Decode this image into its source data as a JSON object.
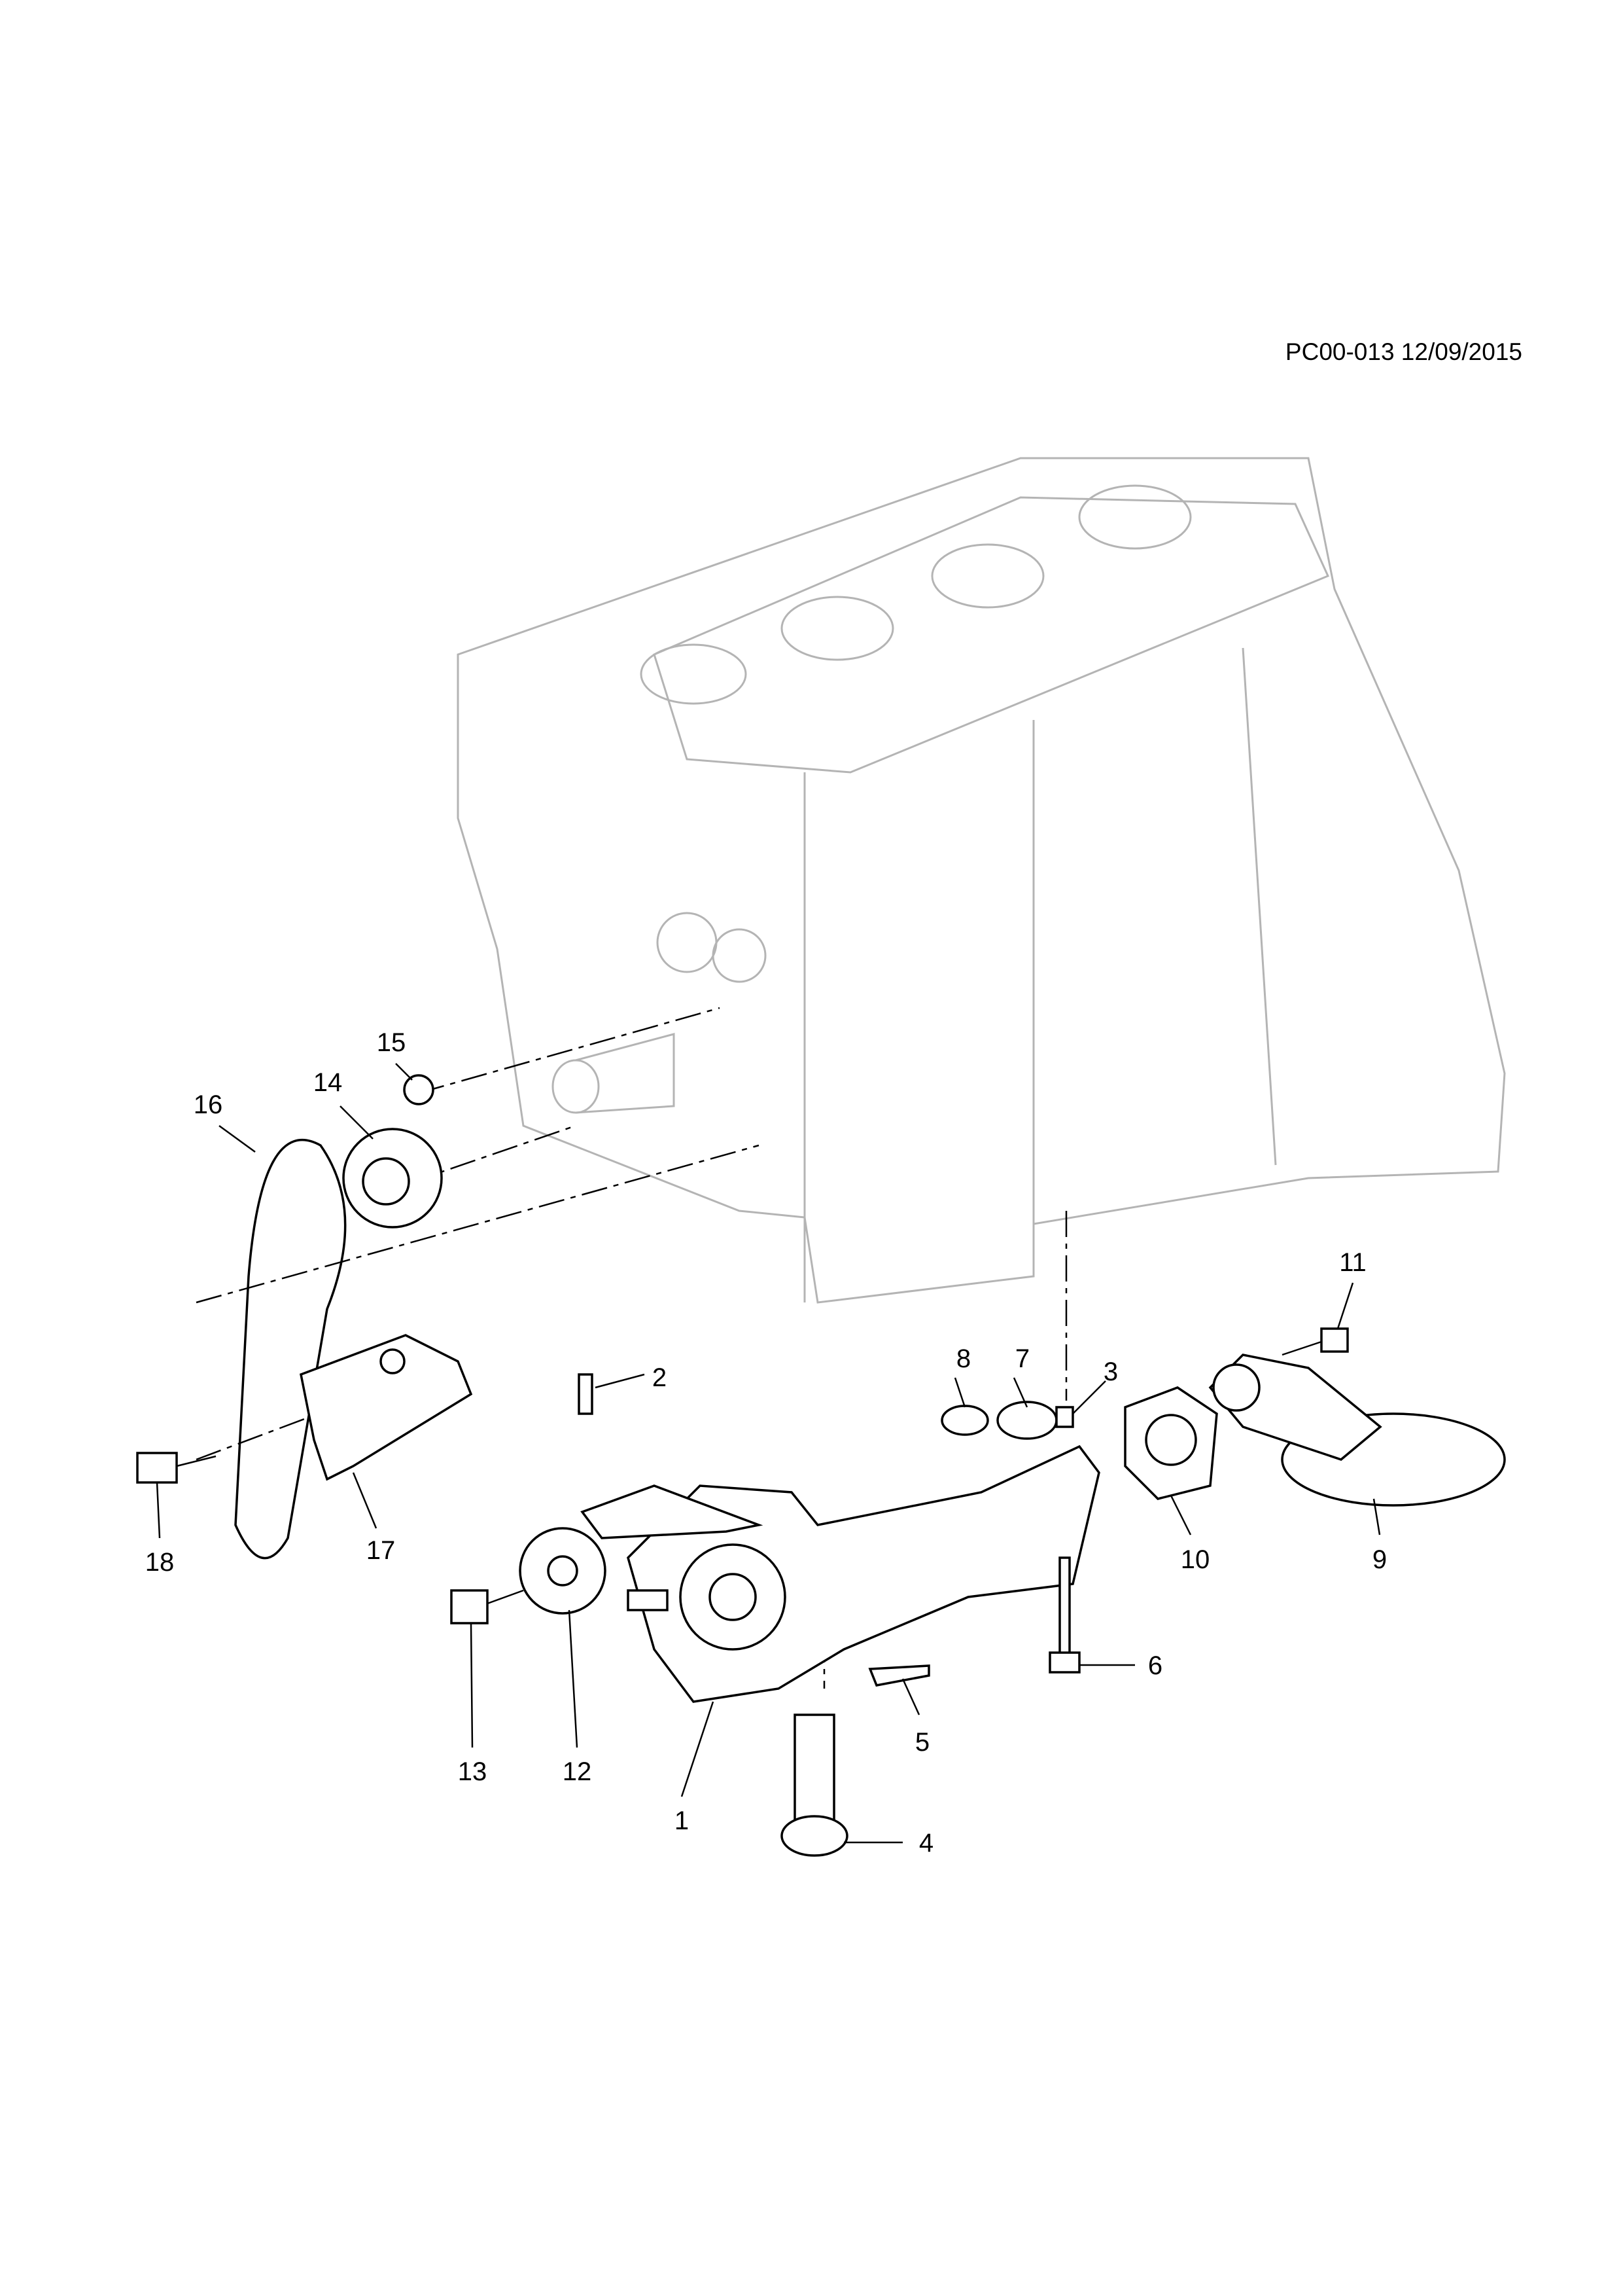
{
  "header": {
    "reference": "PC00-013 12/09/2015"
  },
  "callouts": [
    "1",
    "2",
    "3",
    "4",
    "5",
    "6",
    "7",
    "8",
    "9",
    "10",
    "11",
    "12",
    "13",
    "14",
    "15",
    "16",
    "17",
    "18"
  ]
}
